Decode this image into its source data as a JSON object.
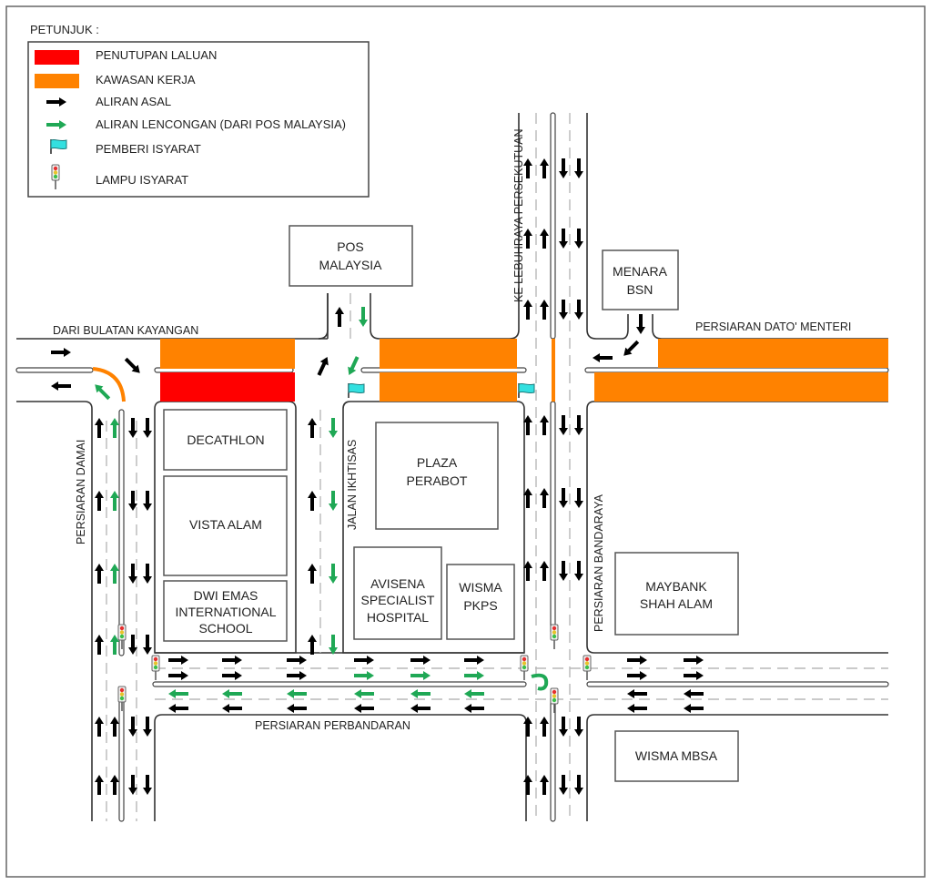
{
  "legend": {
    "title": "PETUNJUK :",
    "items": [
      {
        "label": "PENUTUPAN LALUAN",
        "symbol": "red-block",
        "color": "#ff0000"
      },
      {
        "label": "KAWASAN KERJA",
        "symbol": "orange-block",
        "color": "#ff8200"
      },
      {
        "label": "ALIRAN ASAL",
        "symbol": "black-arrow",
        "color": "#000000"
      },
      {
        "label": "ALIRAN LENCONGAN (DARI POS MALAYSIA)",
        "symbol": "green-arrow",
        "color": "#1fa855"
      },
      {
        "label": "PEMBERI ISYARAT",
        "symbol": "flag-icon",
        "color": "#33e0e0"
      },
      {
        "label": "LAMPU ISYARAT",
        "symbol": "traffic-light-icon",
        "color": "#777777"
      }
    ]
  },
  "roads": {
    "dari_bulatan": "DARI BULATAN KAYANGAN",
    "dato_menteri": "PERSIARAN DATO' MENTERI",
    "lebuhraya": "KE LEBUHRAYA PERSEKUTUAN",
    "damai": "PERSIARAN DAMAI",
    "ikhtisas": "JALAN IKHTISAS",
    "bandaraya": "PERSIARAN BANDARAYA",
    "perbandaran": "PERSIARAN PERBANDARAN"
  },
  "buildings": {
    "pos": [
      "POS",
      "MALAYSIA"
    ],
    "menara": [
      "MENARA",
      "BSN"
    ],
    "decathlon": [
      "DECATHLON"
    ],
    "vista": [
      "VISTA ALAM"
    ],
    "dwi": [
      "DWI EMAS",
      "INTERNATIONAL",
      "SCHOOL"
    ],
    "plaza": [
      "PLAZA",
      "PERABOT"
    ],
    "avisena": [
      "AVISENA",
      "SPECIALIST",
      "HOSPITAL"
    ],
    "wisma_pkps": [
      "WISMA",
      "PKPS"
    ],
    "maybank": [
      "MAYBANK",
      "SHAH ALAM"
    ],
    "mbsa": [
      "WISMA MBSA"
    ]
  },
  "colors": {
    "closure": "#ff0000",
    "work_zone": "#ff8200",
    "original_flow": "#000000",
    "diversion_flow": "#1fa855",
    "flagman": "#33e0e0"
  }
}
